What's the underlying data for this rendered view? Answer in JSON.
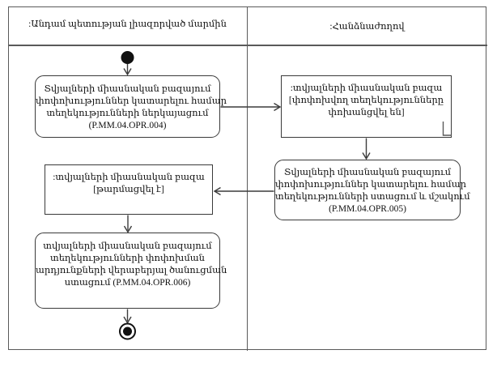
{
  "diagram": {
    "kind": "uml-activity-swimlane-diagram",
    "colors": {
      "background": "#ffffff",
      "frame_line": "#5a5a5a",
      "node_border": "#3a3a3a",
      "connector": "#3c3c3c",
      "text": "#111111"
    },
    "lanes": [
      {
        "id": "member-state-authorized-body",
        "label": ":Անդամ պետության լիազորված մարմին"
      },
      {
        "id": "commission",
        "label": ":Հանձնաժողով"
      }
    ],
    "nodes": {
      "start": {
        "type": "initial-node",
        "lane": "member-state-authorized-body"
      },
      "opr004": {
        "type": "action",
        "lane": "member-state-authorized-body",
        "lines": [
          "Տվյալների միասնական բազայում",
          "փոփոխություններ կատարելու համար",
          "տեղեկությունների ներկայացում",
          "(P.MM.04.OPR.004)"
        ]
      },
      "db_transferred": {
        "type": "object",
        "lane": "commission",
        "lines": [
          ":տվյալների միասնական բազա",
          "[փոփոխվող տեղեկությունները",
          "փոխանցվել են]"
        ]
      },
      "opr005": {
        "type": "action",
        "lane": "commission",
        "lines": [
          "Տվյալների միասնական բազայում",
          "փոփոխություններ կատարելու համար",
          "տեղեկությունների ստացում և մշակում",
          "(P.MM.04.OPR.005)"
        ]
      },
      "db_updated": {
        "type": "object",
        "lane": "member-state-authorized-body",
        "lines": [
          ":տվյալների միասնական բազա",
          "[թարմացվել է]"
        ]
      },
      "opr006": {
        "type": "action",
        "lane": "member-state-authorized-body",
        "lines": [
          "տվյալների միասնական բազայում",
          "տեղեկությունների փոփոխման",
          "արդյունքների վերաբերյալ ծանուցման",
          "ստացում (P.MM.04.OPR.006)"
        ]
      },
      "end": {
        "type": "final-node",
        "lane": "member-state-authorized-body"
      }
    },
    "flow": [
      "start -> opr004",
      "opr004 -> db_transferred",
      "db_transferred -> opr005",
      "opr005 -> db_updated",
      "db_updated -> opr006",
      "opr006 -> end"
    ]
  }
}
